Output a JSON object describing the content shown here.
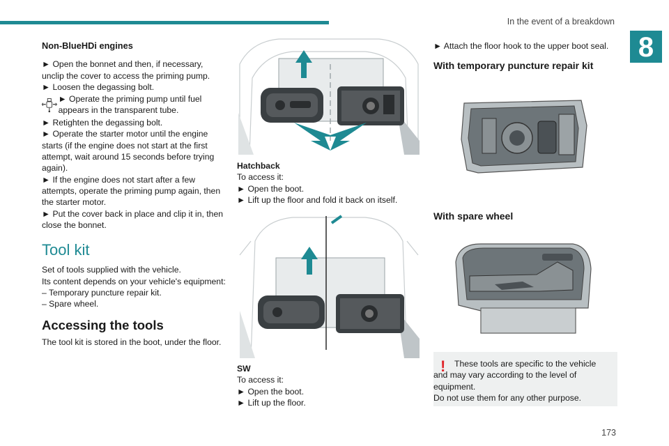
{
  "header": {
    "section": "In the event of a breakdown",
    "chapter_number": "8",
    "page_number": "173"
  },
  "left_column": {
    "title": "Non-BlueHDi engines",
    "steps": [
      "► Open the bonnet and then, if necessary, unclip the cover to access the priming pump.",
      "► Loosen the degassing bolt.",
      "► Operate the priming pump until fuel appears in the transparent tube.",
      "► Retighten the degassing bolt.",
      "► Operate the starter motor until the engine starts (if the engine does not start at the first attempt, wait around 15 seconds before trying again).",
      "► If the engine does not start after a few attempts, operate the priming pump again, then the starter motor.",
      "► Put the cover back in place and clip it in, then close the bonnet."
    ],
    "tool_kit_heading": "Tool kit",
    "tool_kit_intro_1": "Set of tools supplied with the vehicle.",
    "tool_kit_intro_2": "Its content depends on your vehicle's equipment:",
    "tool_kit_items": [
      "– Temporary puncture repair kit.",
      "– Spare wheel."
    ],
    "accessing_heading": "Accessing the tools",
    "accessing_text": "The tool kit is stored in the boot, under the floor."
  },
  "middle_column": {
    "hatchback_label": "Hatchback",
    "hatchback_lines": [
      "To access it:",
      "► Open the boot.",
      "► Lift up the floor and fold it back on itself."
    ],
    "sw_label": "SW",
    "sw_lines": [
      "To access it:",
      "► Open the boot.",
      "► Lift up the floor."
    ]
  },
  "right_column": {
    "hook_step": "► Attach the floor hook to the upper boot seal.",
    "repair_kit_heading": "With temporary puncture repair kit",
    "spare_wheel_heading": "With spare wheel",
    "note_line_1": "These tools are specific to the vehicle and may vary according to the level of equipment.",
    "note_line_2": "Do not use them for any other purpose."
  },
  "colors": {
    "accent": "#1e8a93",
    "warning": "#e0262b",
    "note_bg": "#eef0f0"
  }
}
